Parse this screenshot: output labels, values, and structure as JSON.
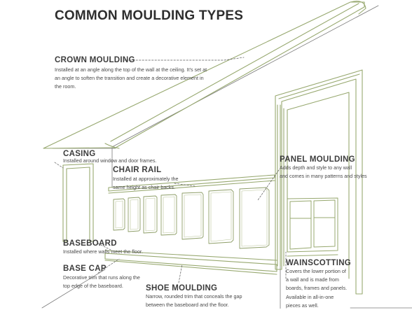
{
  "title": "COMMON MOULDING TYPES",
  "callouts": {
    "crown": {
      "label": "CROWN MOULDING",
      "lines": [
        "Installed at an angle along the top of the wall at the ceiling.  It's set at",
        "an angle to soften the transition and create a decorative element in",
        "the room."
      ]
    },
    "casing": {
      "label": "CASING",
      "lines": [
        "Installed around window and door frames."
      ]
    },
    "chair_rail": {
      "label": "CHAIR RAIL",
      "lines": [
        "Installed at approximately the",
        "same height as chair backs."
      ]
    },
    "panel": {
      "label": "PANEL MOULDING",
      "lines": [
        "Adds depth and style to any wall",
        "and comes in many patterns and styles"
      ]
    },
    "baseboard": {
      "label": "BASEBOARD",
      "lines": [
        "Installed where walls meet the floor."
      ]
    },
    "base_cap": {
      "label": "BASE CAP",
      "lines": [
        "Decorative trim that runs along the",
        "top edge of the baseboard."
      ]
    },
    "wainscotting": {
      "label": "WAINSCOTTING",
      "lines": [
        "Covers the lower portion of",
        "a wall and is made from",
        "boards, frames and panels.",
        "Available in all-in-one",
        "pieces as well."
      ]
    },
    "shoe": {
      "label": "SHOE MOULDING",
      "lines": [
        "Narrow, rounded trim that conceals the gap",
        "between the baseboard and the floor."
      ]
    }
  },
  "colors": {
    "trim": "#97a86f",
    "line": "#777777",
    "leader": "#555555",
    "text": "#3a3a3a"
  }
}
